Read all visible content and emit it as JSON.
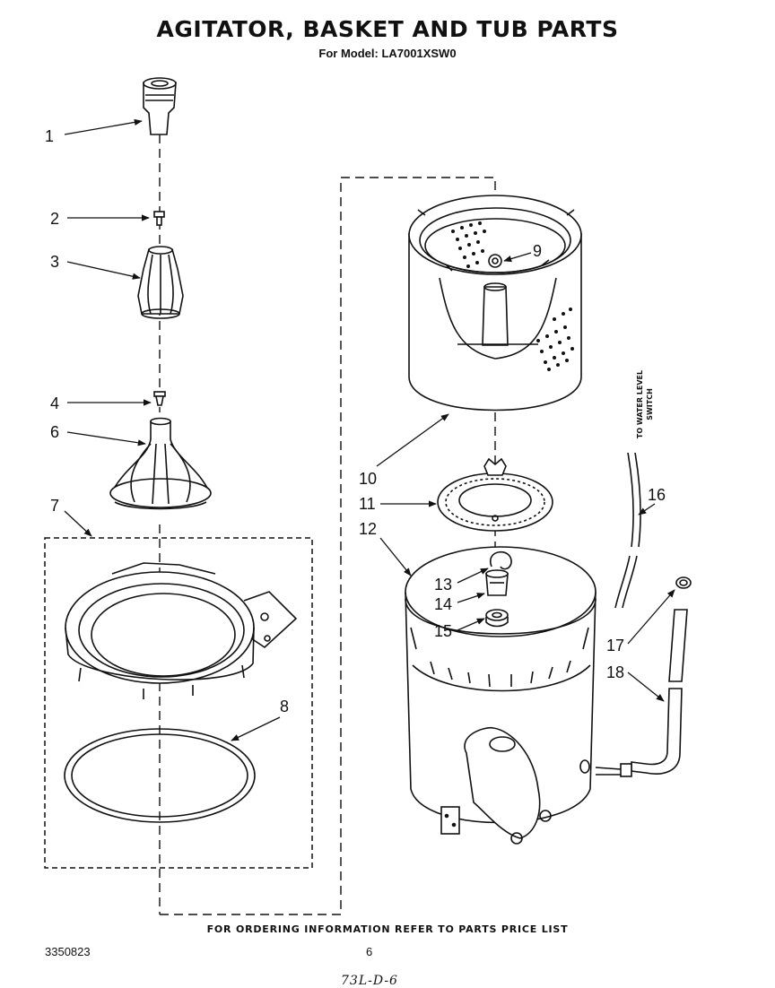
{
  "header": {
    "title": "AGITATOR, BASKET AND TUB PARTS",
    "subtitle": "For Model: LA7001XSW0"
  },
  "side_label": {
    "line1": "TO WATER LEVEL",
    "line2": "SWITCH"
  },
  "callouts": {
    "c1": "1",
    "c2": "2",
    "c3": "3",
    "c4": "4",
    "c6": "6",
    "c7": "7",
    "c8": "8",
    "c9": "9",
    "c10": "10",
    "c11": "11",
    "c12": "12",
    "c13": "13",
    "c14": "14",
    "c15": "15",
    "c16": "16",
    "c17": "17",
    "c18": "18"
  },
  "footer": {
    "ordering": "FOR ORDERING INFORMATION REFER TO PARTS PRICE LIST",
    "doc_number": "3350823",
    "page_number": "6",
    "handwritten": "73L-D-6"
  }
}
